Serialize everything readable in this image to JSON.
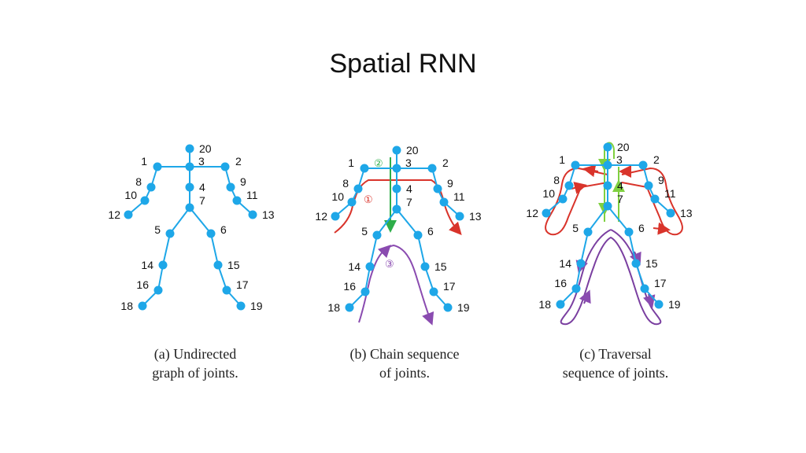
{
  "title": "Spatial RNN",
  "colors": {
    "joint": "#1ea7e8",
    "chain1": "#d9342b",
    "chain2": "#2eae4a",
    "chain3": "#8a4bb0",
    "traversal_arms": "#d9342b",
    "traversal_spine": "#7fd040",
    "traversal_legs": "#7a3fa0"
  },
  "panels": [
    {
      "id": "a",
      "caption_line1": "(a) Undirected",
      "caption_line2": "graph of joints."
    },
    {
      "id": "b",
      "caption_line1": "(b) Chain sequence",
      "caption_line2": "of joints.",
      "chain_labels": [
        "①",
        "②",
        "③"
      ]
    },
    {
      "id": "c",
      "caption_line1": "(c) Traversal",
      "caption_line2": "sequence of joints."
    }
  ],
  "joint_labels": {
    "j1": "1",
    "j2": "2",
    "j3": "3",
    "j4": "4",
    "j5": "5",
    "j6": "6",
    "j7": "7",
    "j8": "8",
    "j9": "9",
    "j10": "10",
    "j11": "11",
    "j12": "12",
    "j13": "13",
    "j14": "14",
    "j15": "15",
    "j16": "16",
    "j17": "17",
    "j18": "18",
    "j19": "19",
    "j20": "20"
  }
}
